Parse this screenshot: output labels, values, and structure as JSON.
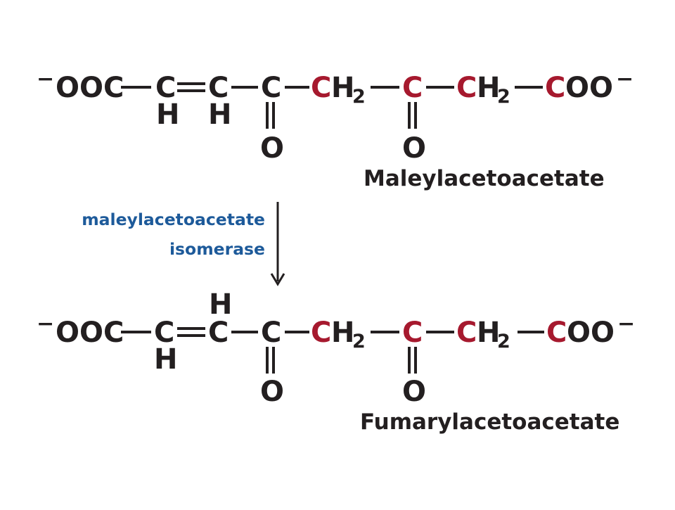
{
  "colors": {
    "atom": "#231f20",
    "highlight": "#a6192e",
    "enzyme": "#1d5a9a",
    "bond": "#231f20"
  },
  "top": {
    "charge_left": "−",
    "ooc": "OOC",
    "c1": "C",
    "c2": "C",
    "c3": "C",
    "ch2_a_c": "C",
    "ch2_a_h": "H",
    "ch2_a_sub": "2",
    "c_keto": "C",
    "ch2_b_c": "C",
    "ch2_b_h": "H",
    "ch2_b_sub": "2",
    "coo_c": "C",
    "coo_oo": "OO",
    "charge_right": "−",
    "h1": "H",
    "h2": "H",
    "o1": "O",
    "o2": "O",
    "name": "Maleylacetoacetate"
  },
  "enzyme": {
    "line1": "maleylacetoacetate",
    "line2": "isomerase"
  },
  "bottom": {
    "charge_left": "−",
    "ooc": "OOC",
    "c1": "C",
    "c2": "C",
    "c3": "C",
    "ch2_a_c": "C",
    "ch2_a_h": "H",
    "ch2_a_sub": "2",
    "c_keto": "C",
    "ch2_b_c": "C",
    "ch2_b_h": "H",
    "ch2_b_sub": "2",
    "coo_c": "C",
    "coo_oo": "OO",
    "charge_right": "−",
    "h_top": "H",
    "h_bottom": "H",
    "o1": "O",
    "o2": "O",
    "name": "Fumarylacetoacetate"
  }
}
